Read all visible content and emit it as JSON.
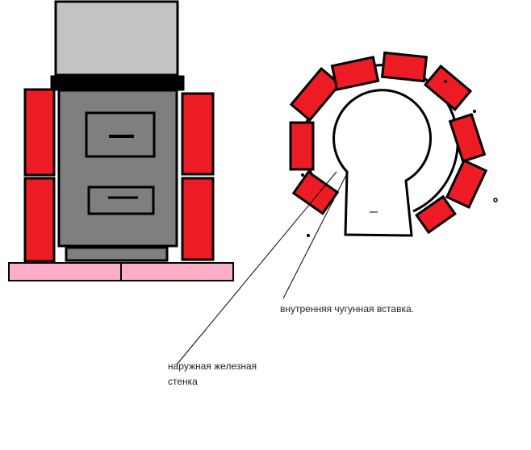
{
  "labels": {
    "inner_insert": "внутренняя чугунная вставка.",
    "outer_wall_line1": "наружная железная",
    "outer_wall_line2": "стенка"
  },
  "colors": {
    "brick": "#ed1c24",
    "stove_body": "#7f7f7f",
    "chimney": "#c3c3c3",
    "base_slab": "#ffaec9",
    "outline": "#000000",
    "background": "#ffffff"
  }
}
